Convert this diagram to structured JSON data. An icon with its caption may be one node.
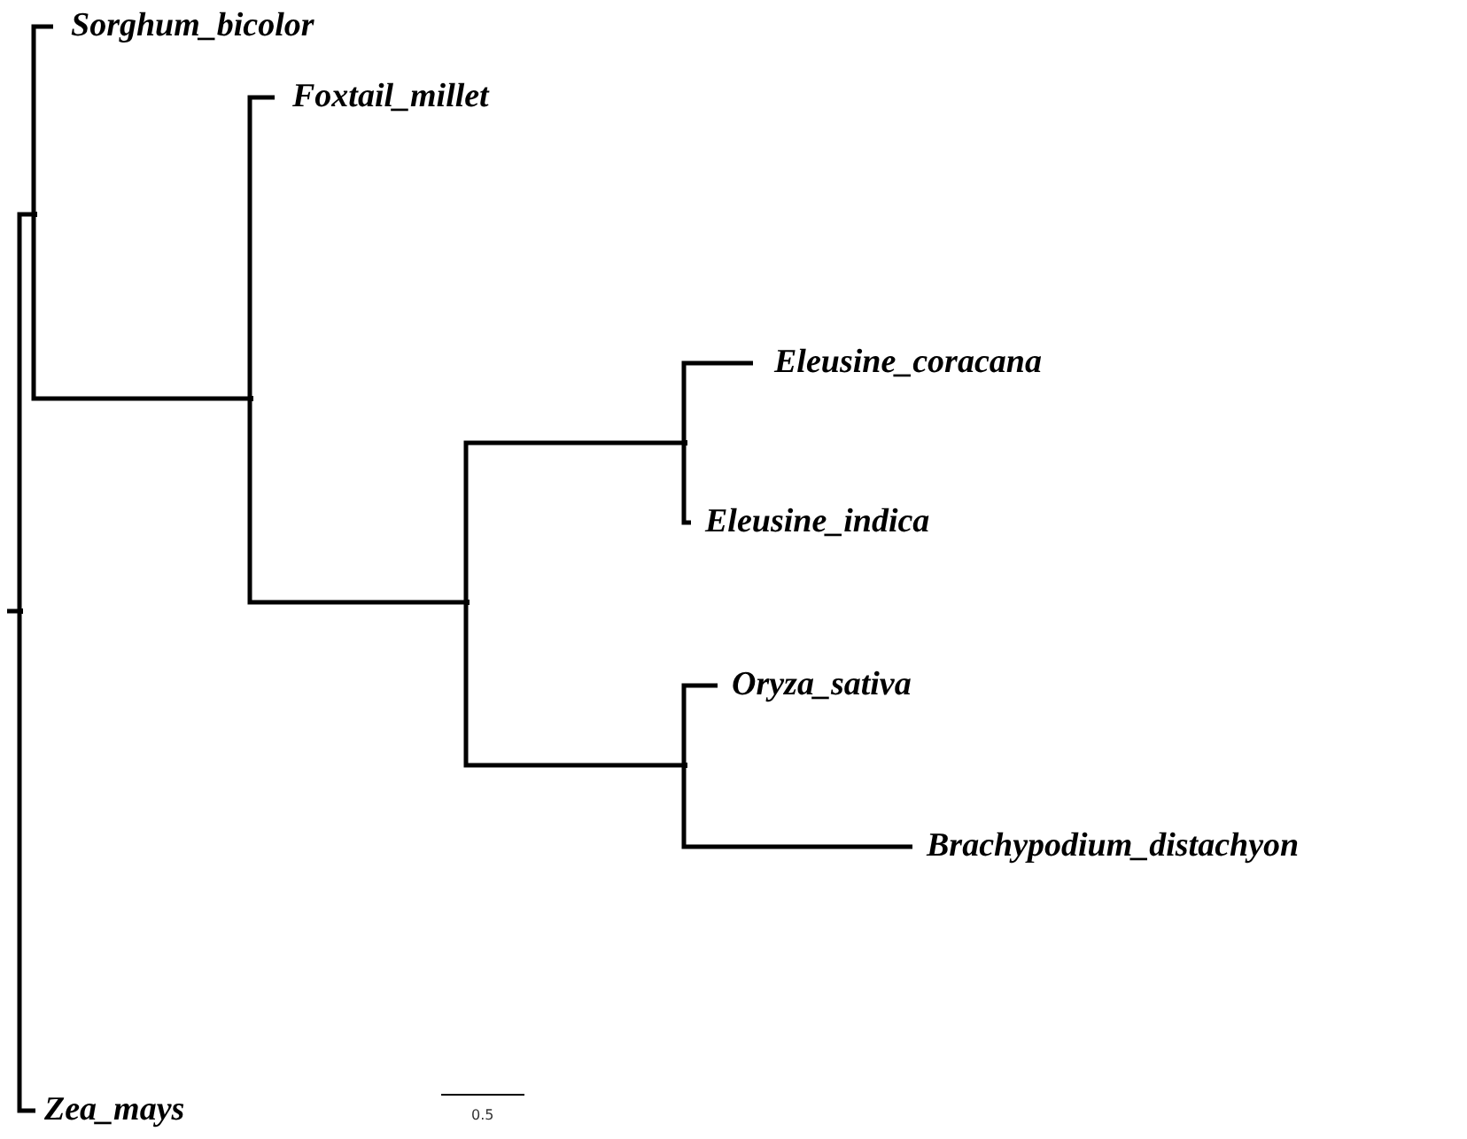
{
  "diagram": {
    "nodes": [
      {
        "text": [
          "Sorghum_bicolor"
        ]
      },
      {
        "text": [
          "Foxtail_millet"
        ]
      },
      {
        "text": [
          "Eleusine_coracana"
        ]
      },
      {
        "text": [
          "Eleusine_indica"
        ]
      },
      {
        "text": [
          "Oryza_sativa"
        ]
      },
      {
        "text": [
          "Brachypodium_distachyon"
        ]
      },
      {
        "text": [
          "Zea_mays"
        ]
      },
      {
        "text": [],
        "shape": "point"
      },
      {
        "text": [],
        "shape": "point"
      },
      {
        "text": [],
        "shape": "point"
      },
      {
        "text": [],
        "shape": "point"
      },
      {
        "text": [],
        "shape": "point"
      },
      {
        "text": [],
        "shape": "point"
      }
    ],
    "edges": [
      {
        "from": null,
        "to": 7,
        "arrow": "none"
      },
      {
        "from": 7,
        "to": 8,
        "arrow": "none"
      },
      {
        "from": 7,
        "to": 6,
        "arrow": "none"
      },
      {
        "from": 8,
        "to": 0,
        "arrow": "none"
      },
      {
        "from": 8,
        "to": 9,
        "arrow": "none"
      },
      {
        "from": 9,
        "to": 1,
        "arrow": "none"
      },
      {
        "from": 9,
        "to": 10,
        "arrow": "none"
      },
      {
        "from": 10,
        "to": 11,
        "arrow": "none"
      },
      {
        "from": 10,
        "to": 12,
        "arrow": "none"
      },
      {
        "from": 11,
        "to": 2,
        "arrow": "none"
      },
      {
        "from": 11,
        "to": 3,
        "arrow": "none"
      },
      {
        "from": 12,
        "to": 4,
        "arrow": "none"
      },
      {
        "from": 12,
        "to": 5,
        "arrow": "none"
      }
    ],
    "labels": [
      "0.5"
    ]
  }
}
